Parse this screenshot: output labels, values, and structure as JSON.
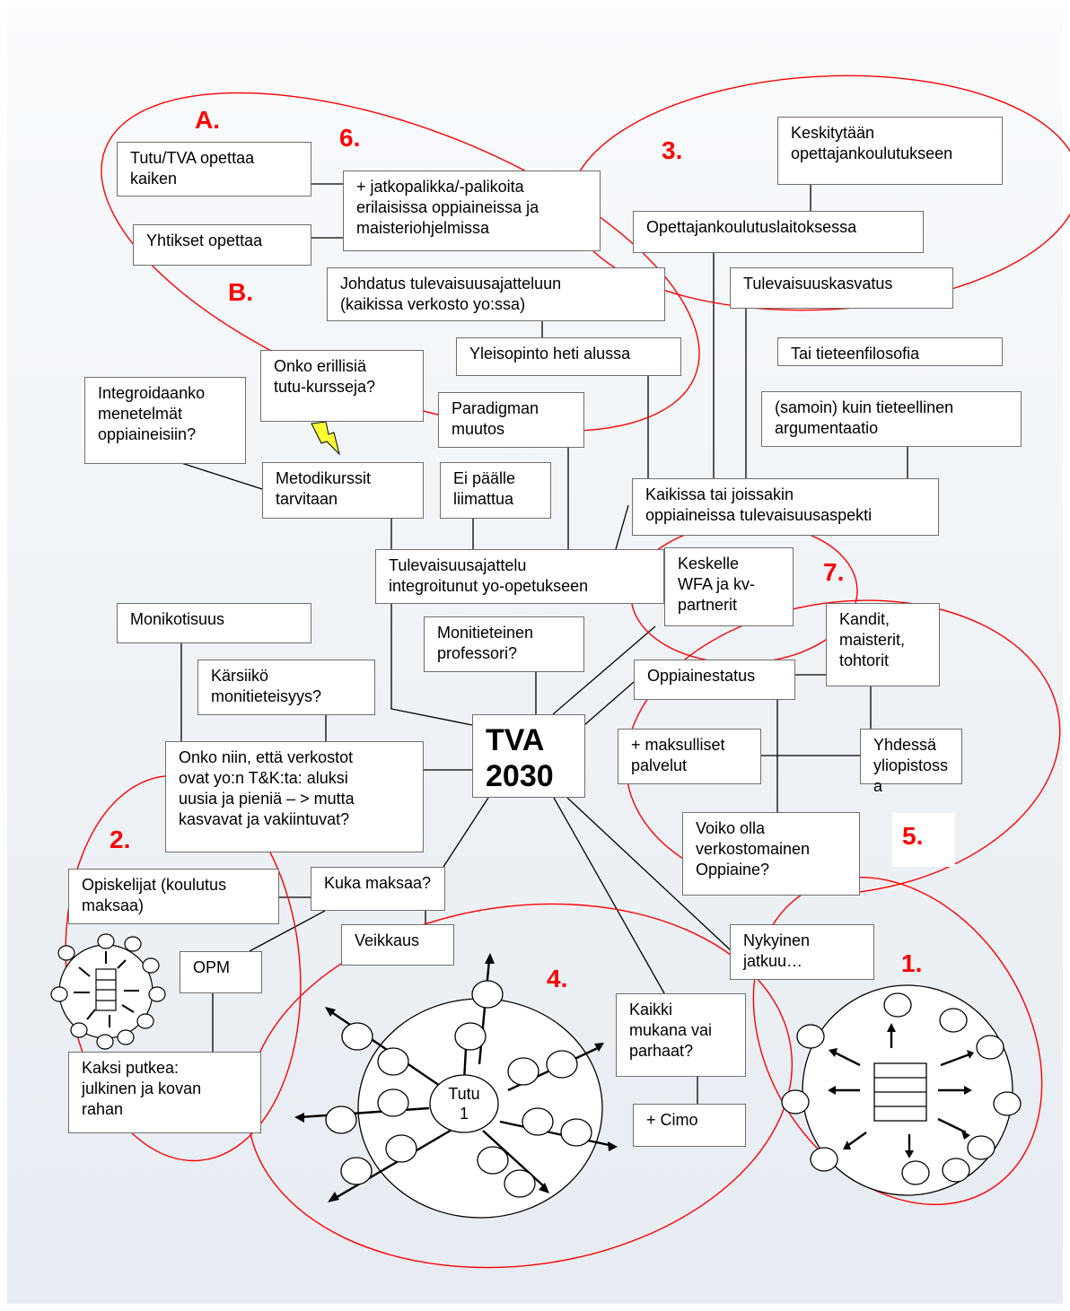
{
  "title": "TVA\n2030",
  "nodes": {
    "tutu_tva": "Tutu/TVA opettaa\nkaiken",
    "jatkopalikka": "+ jatkopalikka/-palikoita\nerilaisissa oppiaineissa ja\nmaisteriohjelmissa",
    "yhtikset": "Yhtikset opettaa",
    "keskitytaan": "Keskitytään\nopettajankoulutukseen",
    "opettajankoulutuslaitos": "Opettajankoulutuslaitoksessa",
    "tulevaisuuskasvatus": "Tulevaisuuskasvatus",
    "johdatus": "Johdatus tulevaisuusajatteluun\n(kaikissa verkosto yo:ssa)",
    "yleisopinto": "Yleisopinto heti alussa",
    "tai_tieteenfilosofia": "Tai tieteenfilosofia",
    "samoin": "(samoin) kuin tieteellinen\nargumentaatio",
    "onko_erillisia": "Onko erillisiä\ntutu-kursseja?",
    "integroidaanko": "Integroidaanko\nmenetelmät\noppiaineisiin?",
    "paradigman": "Paradigman\nmuutos",
    "metodikurssit": "Metodikurssit\ntarvitaan",
    "ei_paalle": "Ei päälle\nliimattua",
    "kaikissa_tai": "Kaikissa tai joissakin\noppiaineissa tulevaisuusaspekti",
    "tulevaisuusajattelu": "Tulevaisuusajattelu\nintegroitunut yo-opetukseen",
    "keskelle": "Keskelle\nWFA ja kv-\npartnerit",
    "monikotisuus": "Monikotisuus",
    "monitieteinen": "Monitieteinen\nprofessori?",
    "kandit": "Kandit,\nmaisterit,\ntohtorit",
    "oppiainestatus": "Oppiainestatus",
    "karsiiko": "Kärsiikö\nmonitieteisyys?",
    "onko_niin": "Onko niin, että verkostot\novat yo:n T&K:ta: aluksi\nuusia ja pieniä – > mutta\nkasvavat ja vakiintuvat?",
    "maksulliset": "+ maksulliset\npalvelut",
    "yhdessa": "Yhdessä\nyliopistoss\na",
    "voiko": "Voiko olla\nverkostomainen\nOppiaine?",
    "opiskelijat": "Opiskelijat (koulutus\nmaksaa)",
    "kuka": "Kuka maksaa?",
    "veikkaus": "Veikkaus",
    "opm": "OPM",
    "nykyinen": "Nykyinen\njatkuu…",
    "kaikki_mukana": "Kaikki\nmukana vai\nparhaat?",
    "kaksi_putkea": "Kaksi putkea:\njulkinen ja kovan\nrahan",
    "cimo": "+ Cimo"
  },
  "markers": {
    "a": "A.",
    "b": "B.",
    "six": "6.",
    "three": "3.",
    "seven": "7.",
    "five": "5.",
    "two": "2.",
    "four": "4.",
    "one": "1."
  },
  "tutu_hub": "Tutu\n1",
  "colors": {
    "annotation": "#ff0000",
    "lightning": "#ffff33",
    "border": "#6f6f6f"
  },
  "icons": [
    "lightning-bolt-icon"
  ]
}
